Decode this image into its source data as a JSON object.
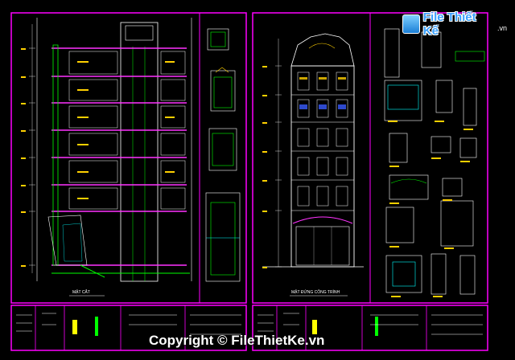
{
  "logo": {
    "brand": "File Thiết Kế",
    "domain": ".vn",
    "icon": "file-badge-icon"
  },
  "sheets": [
    {
      "title": "MẶT CẮT"
    },
    {
      "title": "MẶT ĐỨNG CÔNG TRÌNH"
    }
  ],
  "watermark": "Copyright © FileThietKe.vn",
  "colors": {
    "background": "#000000",
    "frame": "#ff00ff",
    "floor_band": "#ff33ff",
    "wall": "#ffffff",
    "green": "#00ff00",
    "yellow": "#ffd000",
    "cyan": "#00ffff"
  }
}
